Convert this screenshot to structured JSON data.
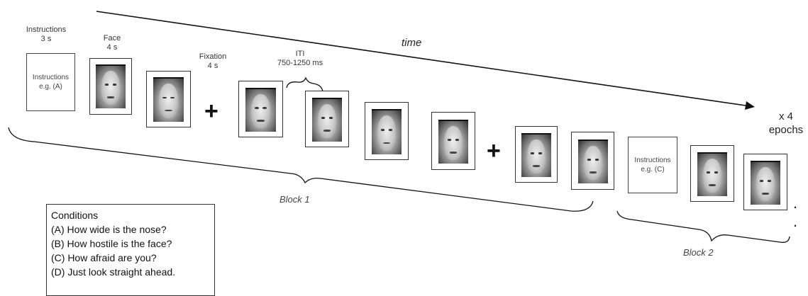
{
  "timeline": {
    "time_label": "time",
    "repeat": "x 4",
    "repeat_unit": "epochs",
    "continuation": ". ."
  },
  "labels": {
    "instructions_title": "Instructions",
    "instructions_duration": "3 s",
    "face_title": "Face",
    "face_duration": "4 s",
    "fixation_title": "Fixation",
    "fixation_duration": "4 s",
    "iti_title": "ITI",
    "iti_duration": "750-1250 ms"
  },
  "instruction_cards": [
    {
      "line1": "Instructions",
      "line2": "e.g. (A)"
    },
    {
      "line1": "Instructions",
      "line2": "e.g. (C)"
    }
  ],
  "fixation_symbol": "+",
  "blocks": [
    {
      "label": "Block 1"
    },
    {
      "label": "Block 2"
    }
  ],
  "conditions": {
    "title": "Conditions",
    "items": [
      "(A) How wide is the nose?",
      "(B) How hostile is the face?",
      "(C) How afraid are you?",
      "(D) Just look straight ahead."
    ]
  }
}
